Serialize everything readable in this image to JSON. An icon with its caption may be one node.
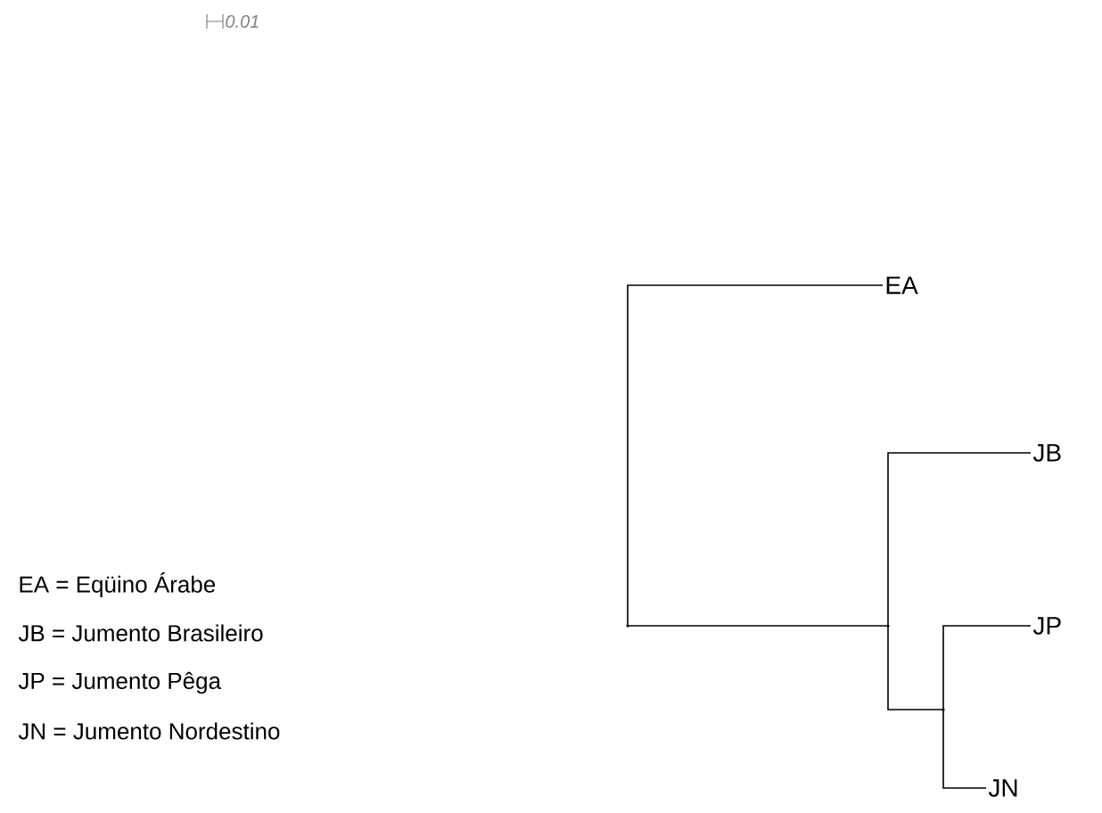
{
  "diagram": {
    "nodes": [
      {
        "text": [
          "EA"
        ]
      },
      {
        "text": [
          "JB"
        ]
      },
      {
        "text": [
          "JP"
        ]
      },
      {
        "text": [
          "JN"
        ]
      },
      {
        "text": [],
        "shape": "point"
      },
      {
        "text": [],
        "shape": "point"
      },
      {
        "text": [],
        "shape": "point"
      }
    ],
    "edges": [
      {
        "from": 4,
        "to": 0,
        "arrow": "none"
      },
      {
        "from": 4,
        "to": 5,
        "arrow": "none"
      },
      {
        "from": 5,
        "to": 1,
        "arrow": "none"
      },
      {
        "from": 5,
        "to": 6,
        "arrow": "none"
      },
      {
        "from": 6,
        "to": 2,
        "arrow": "none"
      },
      {
        "from": 6,
        "to": 3,
        "arrow": "none"
      }
    ],
    "labels": [
      "0.01",
      "EA = Eqüino Árabe",
      "JB = Jumento Brasileiro",
      "JP = Jumento Pêga",
      "JN = Jumento Nordestino"
    ]
  }
}
